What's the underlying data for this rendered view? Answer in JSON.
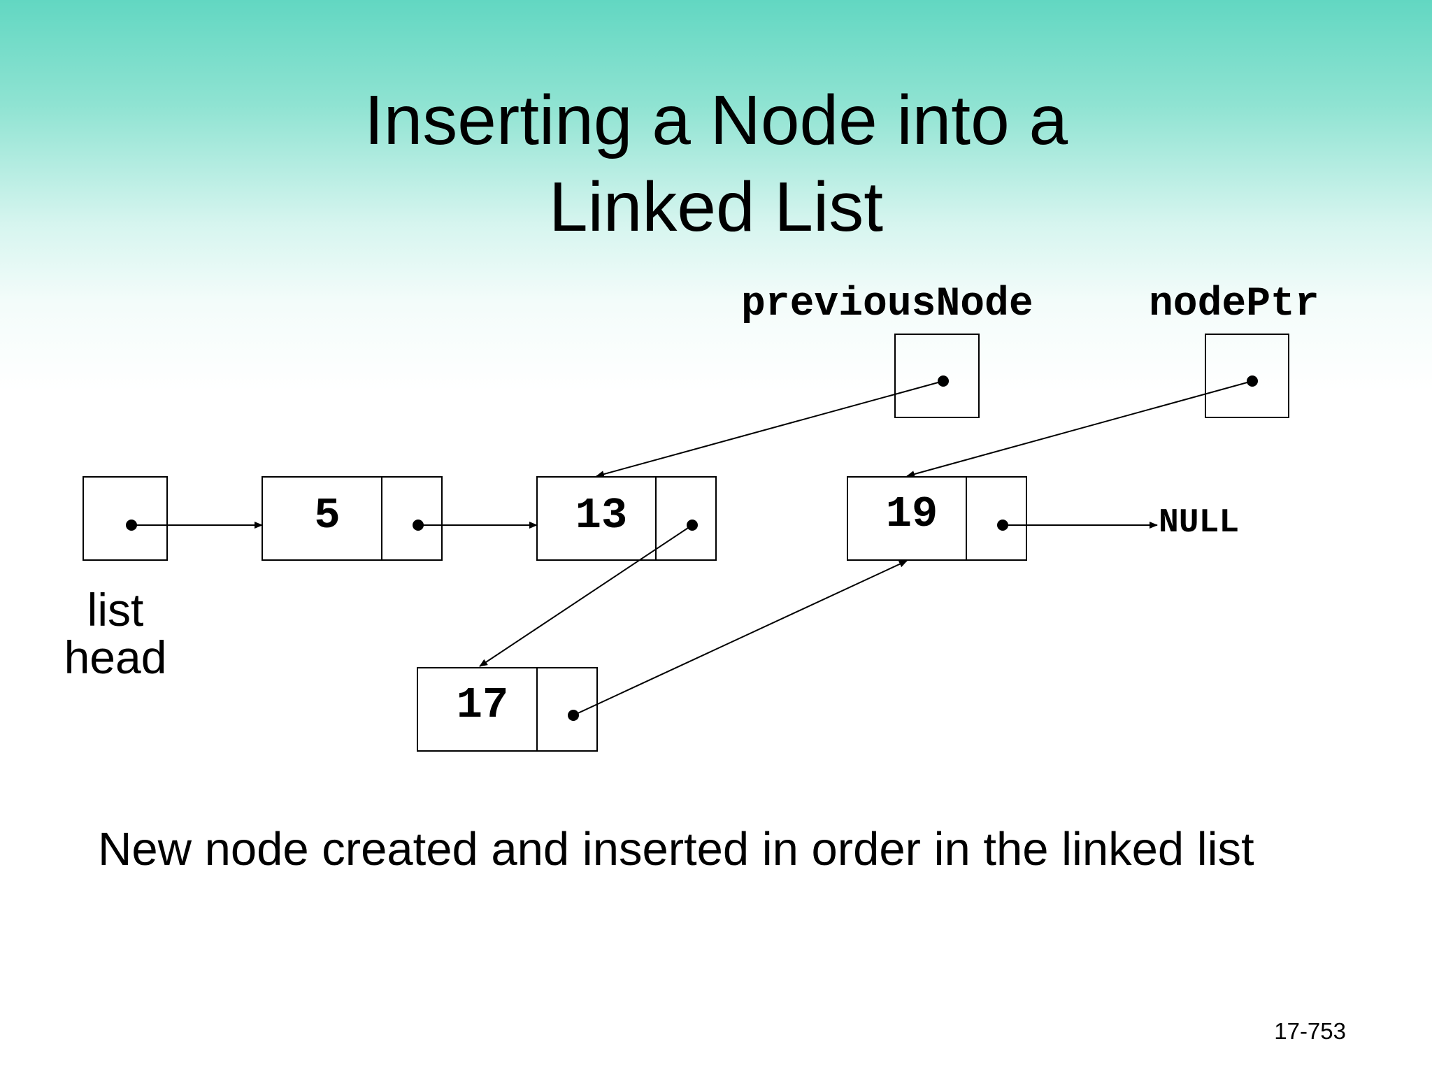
{
  "slide": {
    "title_line1": "Inserting a Node into a",
    "title_line2": "Linked List",
    "caption": "New node created and inserted in order in the linked list",
    "slide_number": "17-753"
  },
  "diagram": {
    "pointer_labels": {
      "previous_node": "previousNode",
      "node_ptr": "nodePtr"
    },
    "head_label_line1": "list",
    "head_label_line2": "head",
    "null_label": "NULL",
    "nodes": [
      {
        "id": "node-5",
        "value": "5"
      },
      {
        "id": "node-13",
        "value": "13"
      },
      {
        "id": "node-19",
        "value": "19"
      },
      {
        "id": "node-17",
        "value": "17"
      }
    ],
    "links": [
      {
        "from": "list-head",
        "to": "node-5"
      },
      {
        "from": "node-5",
        "to": "node-13"
      },
      {
        "from": "node-13",
        "to": "node-17"
      },
      {
        "from": "node-17",
        "to": "node-19"
      },
      {
        "from": "node-19",
        "to": "NULL"
      },
      {
        "from": "previousNode",
        "to": "node-13"
      },
      {
        "from": "nodePtr",
        "to": "node-19"
      }
    ]
  },
  "colors": {
    "background_top": "#62d7c2",
    "background_bottom": "#ffffff",
    "stroke": "#000000"
  }
}
